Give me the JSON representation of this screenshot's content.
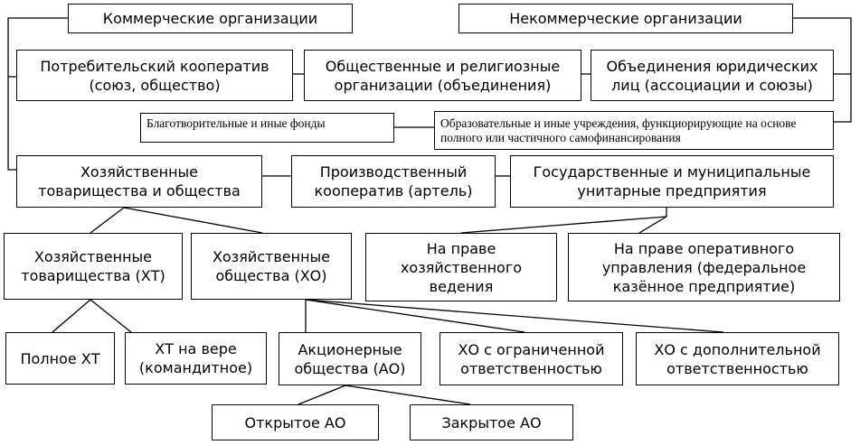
{
  "nodes": {
    "commercial": "Коммерческие организации",
    "noncommercial": "Некоммерческие организации",
    "consumer_coop": "Потребительский кооператив (союз, общество)",
    "public_religious": "Общественные и религиозные организации (объединения)",
    "legal_associations": "Объединения юридических лиц (ассоциации и союзы)",
    "charity_funds": "Благотворительные и иные фонды",
    "education_institutions": "Образовательные и иные учреждения, функциорирующие на основе полного или частичного самофинансирования",
    "business_partnerships_companies": "Хозяйственные товарищества и общества",
    "production_coop": "Производственный кооператив (артель)",
    "unitary_enterprises": "Государственные и муниципальные унитарные предприятия",
    "business_partnerships": "Хозяйственные товарищества (ХТ)",
    "business_companies": "Хозяйственные общества (ХО)",
    "economic_management": "На праве хозяйственного ведения",
    "operational_management": "На праве оперативного управления (федеральное казённое предприятие)",
    "full_partnership": "Полное ХТ",
    "limited_partnership": "ХТ на вере (командитное)",
    "joint_stock": "Акционерные общества (АО)",
    "llc": "ХО с ограниченной ответственностью",
    "alc": "ХО с дополнительной ответственностью",
    "open_jsc": "Открытое АО",
    "closed_jsc": "Закрытое АО"
  }
}
